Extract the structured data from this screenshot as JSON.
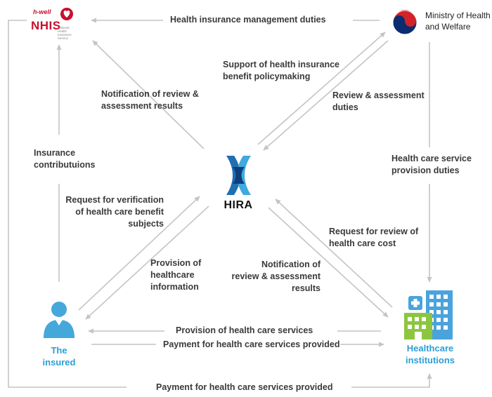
{
  "nodes": {
    "nhis": {
      "brand": "NHIS",
      "tag": "h-well",
      "sub": "National Health Insurance Service",
      "logo": "nhis-heart-logo"
    },
    "ministry": {
      "name": "Ministry of Health\nand Welfare",
      "logo": "taegeuk-emblem"
    },
    "hira": {
      "name": "HIRA",
      "logo": "hira-x-logo"
    },
    "insured": {
      "name": "The\ninsured",
      "icon": "person-icon"
    },
    "institutions": {
      "name": "Healthcare\ninstitutions",
      "icon": "hospital-building-icon"
    }
  },
  "flows": {
    "management_duties": "Health insurance management duties",
    "notification_top": "Notification of review &\nassessment results",
    "support_policymaking": "Support of health insurance\nbenefit policymaking",
    "review_duties": "Review & assessment\nduties",
    "insurance_contributions": "Insurance\ncontributuions",
    "service_provision_duties": "Health care service\nprovision duties",
    "request_verification": "Request for verification\nof health care benefit\nsubjects",
    "request_review": "Request for review of\nhealth care cost",
    "provision_info": "Provision of\nhealthcare\ninformation",
    "notification_bottom": "Notification of\nreview & assessment\nresults",
    "provision_services": "Provision of health care services",
    "payment_services": "Payment for health care services provided",
    "payment_outer": "Payment for health care services provided"
  },
  "colors": {
    "arrow": "#c4c4c4",
    "label": "#3a3a3a",
    "node_label": "#2a9fd6",
    "nhis_red": "#c8102e",
    "hira_blue": "#1f6fb3",
    "person_blue": "#45a8db",
    "hospital_blue": "#4aa3dd",
    "hospital_green": "#8cc63f"
  }
}
